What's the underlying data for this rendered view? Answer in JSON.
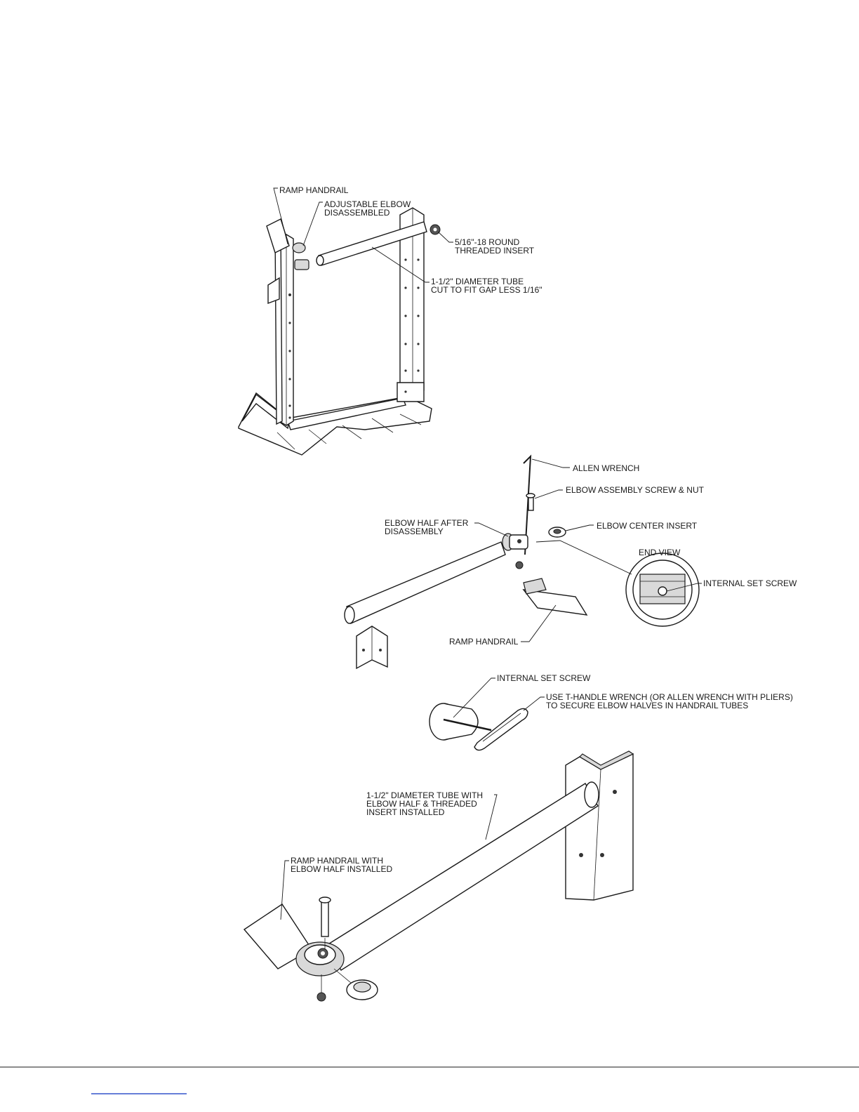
{
  "figure1": {
    "ramp_handrail": "RAMP HANDRAIL",
    "adjustable_elbow": [
      "ADJUSTABLE ELBOW",
      "DISASSEMBLED"
    ],
    "threaded_insert": [
      "5/16\"-18 ROUND",
      "THREADED INSERT"
    ],
    "tube": [
      "1-1/2\" DIAMETER TUBE",
      "CUT TO FIT GAP LESS 1/16\""
    ]
  },
  "figure2": {
    "allen_wrench": "ALLEN WRENCH",
    "elbow_screw_nut": "ELBOW ASSEMBLY SCREW & NUT",
    "elbow_half": [
      "ELBOW HALF AFTER",
      "DISASSEMBLY"
    ],
    "elbow_center_insert": "ELBOW CENTER INSERT",
    "end_view": "END VIEW",
    "internal_set_screw_end": "INTERNAL SET SCREW",
    "ramp_handrail": "RAMP HANDRAIL"
  },
  "figure3": {
    "internal_set_screw": "INTERNAL SET SCREW",
    "t_handle_note": [
      "USE T-HANDLE WRENCH (OR ALLEN WRENCH WITH PLIERS)",
      "TO SECURE ELBOW HALVES IN HANDRAIL TUBES"
    ]
  },
  "figure4": {
    "tube_installed": [
      "1-1/2\" DIAMETER TUBE WITH",
      "ELBOW HALF & THREADED",
      "INSERT INSTALLED"
    ],
    "ramp_handrail_installed": [
      "RAMP HANDRAIL WITH",
      "ELBOW HALF INSTALLED"
    ]
  },
  "colors": {
    "ink": "#1a1a1a",
    "link": "#3355cc"
  }
}
